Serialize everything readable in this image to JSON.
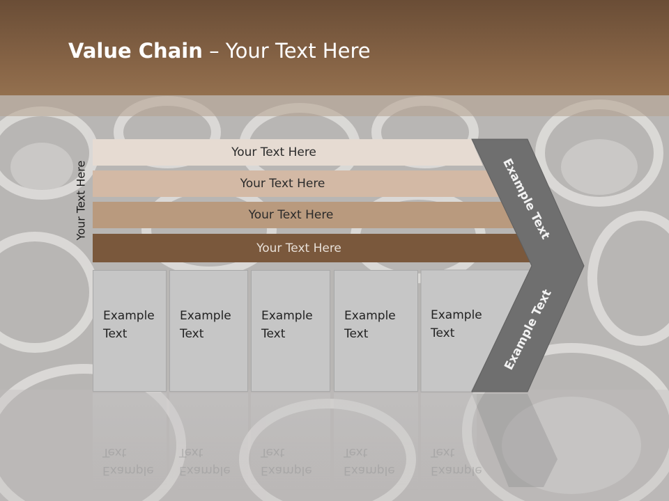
{
  "header": {
    "title_bold": "Value Chain",
    "title_rest": " – Your Text Here"
  },
  "side_label": "Your Text Here",
  "bars": [
    {
      "label": "Your Text Here"
    },
    {
      "label": "Your Text Here"
    },
    {
      "label": "Your Text Here"
    },
    {
      "label": "Your Text Here"
    }
  ],
  "boxes": [
    {
      "line1": "Example",
      "line2": "Text"
    },
    {
      "line1": "Example",
      "line2": "Text"
    },
    {
      "line1": "Example",
      "line2": "Text"
    },
    {
      "line1": "Example",
      "line2": "Text"
    },
    {
      "line1": "Example",
      "line2": "Text"
    }
  ],
  "chevron": {
    "upper_label": "Example Text",
    "lower_label": "Example Text"
  },
  "colors": {
    "header": "#7a5a40",
    "bar1": "#e6dbd2",
    "bar2": "#d3b9a5",
    "bar3": "#b99a7e",
    "bar4": "#7a583c",
    "chevron": "#6f6f6f",
    "box": "#c6c6c6"
  }
}
